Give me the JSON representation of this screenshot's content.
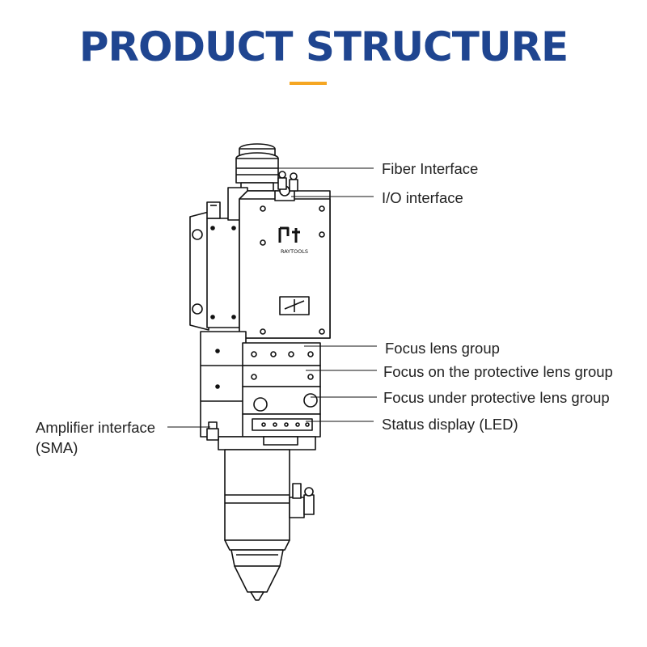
{
  "title": "PRODUCT STRUCTURE",
  "brand_logo_text": "RAYTOOLS",
  "colors": {
    "title": "#1f4590",
    "accent": "#f5a623",
    "line": "#111111",
    "label": "#222222"
  },
  "labels": {
    "fiber_interface": "Fiber Interface",
    "io_interface": "I/O interface",
    "focus_lens_group": "Focus lens group",
    "focus_on_protective": "Focus on the protective lens group",
    "focus_under_protective": "Focus under protective lens group",
    "status_display": "Status display (LED)",
    "amplifier_line1": "Amplifier interface",
    "amplifier_line2": "(SMA)"
  }
}
